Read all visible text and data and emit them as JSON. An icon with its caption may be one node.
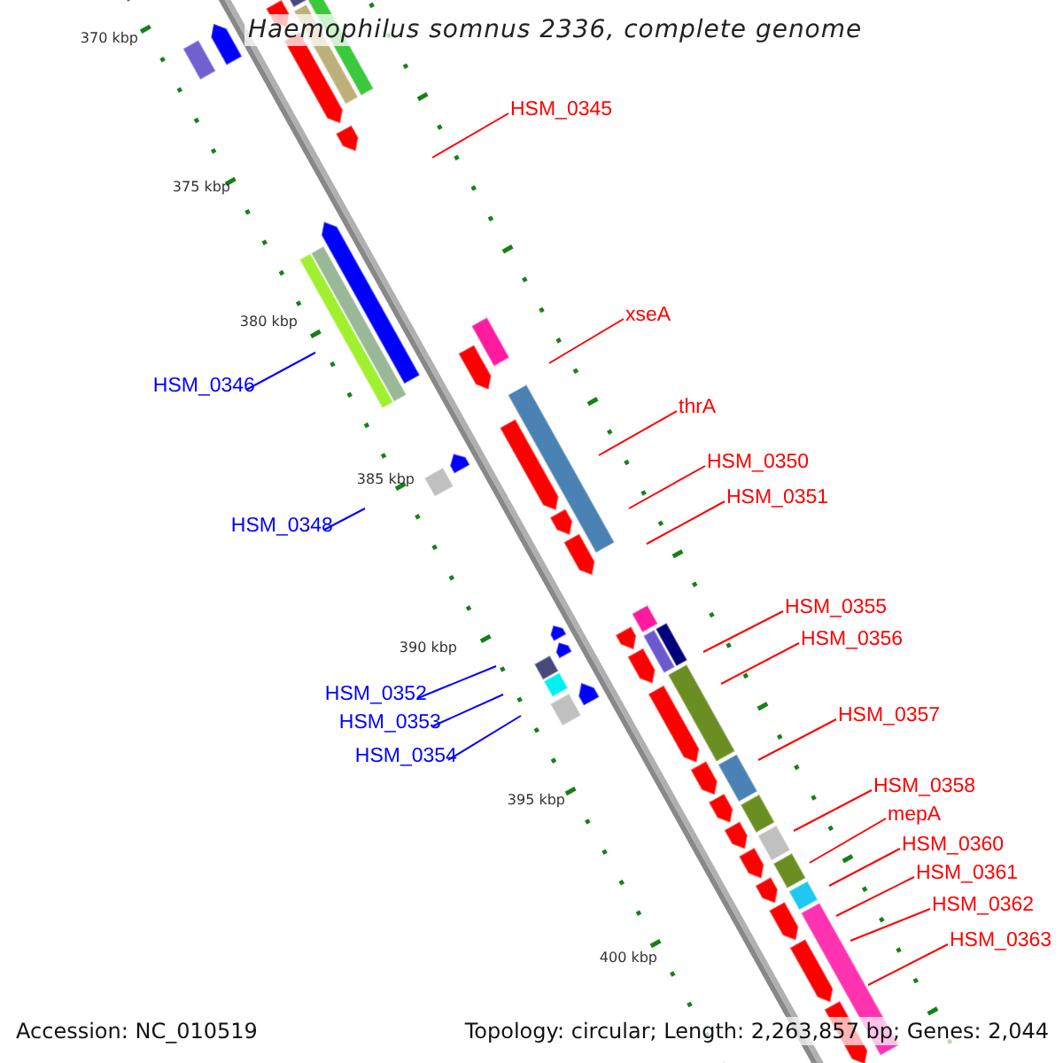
{
  "diagram": {
    "title": "Haemophilus somnus 2336, complete genome",
    "nodes": [
      {
        "text": [
          "HSM_0345"
        ]
      },
      {
        "text": [
          "xseA"
        ]
      },
      {
        "text": [
          "HSM_0346"
        ]
      },
      {
        "text": [
          "thrA"
        ]
      },
      {
        "text": [
          "HSM_0350"
        ]
      },
      {
        "text": [
          "HSM_0351"
        ]
      },
      {
        "text": [
          "HSM_0348"
        ]
      },
      {
        "text": [
          "HSM_0355"
        ]
      },
      {
        "text": [
          "HSM_0356"
        ]
      },
      {
        "text": [
          "HSM_0352"
        ]
      },
      {
        "text": [
          "HSM_0357"
        ]
      },
      {
        "text": [
          "HSM_0353"
        ]
      },
      {
        "text": [
          "HSM_0354"
        ]
      },
      {
        "text": [
          "HSM_0358"
        ]
      },
      {
        "text": [
          "mepA"
        ]
      },
      {
        "text": [
          "HSM_0360"
        ]
      },
      {
        "text": [
          "HSM_0361"
        ]
      },
      {
        "text": [
          "HSM_0362"
        ]
      },
      {
        "text": [
          "HSM_0363"
        ]
      }
    ],
    "edges": [
      {
        "from": 0,
        "to": null,
        "arrow": "none"
      },
      {
        "from": 1,
        "to": null,
        "arrow": "none"
      },
      {
        "from": 2,
        "to": null,
        "arrow": "none",
        "color": "#0000ff"
      },
      {
        "from": 3,
        "to": null,
        "arrow": "none"
      },
      {
        "from": 4,
        "to": null,
        "arrow": "none"
      },
      {
        "from": 5,
        "to": null,
        "arrow": "none"
      },
      {
        "from": 6,
        "to": null,
        "arrow": "none",
        "color": "#0000ff"
      },
      {
        "from": 7,
        "to": null,
        "arrow": "none"
      },
      {
        "from": 8,
        "to": null,
        "arrow": "none"
      },
      {
        "from": 9,
        "to": null,
        "arrow": "none",
        "color": "#0000ff"
      },
      {
        "from": 10,
        "to": null,
        "arrow": "none"
      },
      {
        "from": 11,
        "to": null,
        "arrow": "none",
        "color": "#0000ff"
      },
      {
        "from": 12,
        "to": null,
        "arrow": "none",
        "color": "#0000ff"
      },
      {
        "from": 13,
        "to": null,
        "arrow": "none"
      },
      {
        "from": 14,
        "to": null,
        "arrow": "none"
      },
      {
        "from": 15,
        "to": null,
        "arrow": "none"
      },
      {
        "from": 16,
        "to": null,
        "arrow": "none"
      },
      {
        "from": 17,
        "to": null,
        "arrow": "none"
      },
      {
        "from": 18,
        "to": null,
        "arrow": "none"
      }
    ],
    "labels": [
      "370 kbp",
      "375 kbp",
      "380 kbp",
      "385 kbp",
      "390 kbp",
      "395 kbp",
      "400 kbp",
      "Accession: NC_010519",
      "Topology: circular; Length: 2,263,857 bp; Genes: 2,044"
    ]
  }
}
